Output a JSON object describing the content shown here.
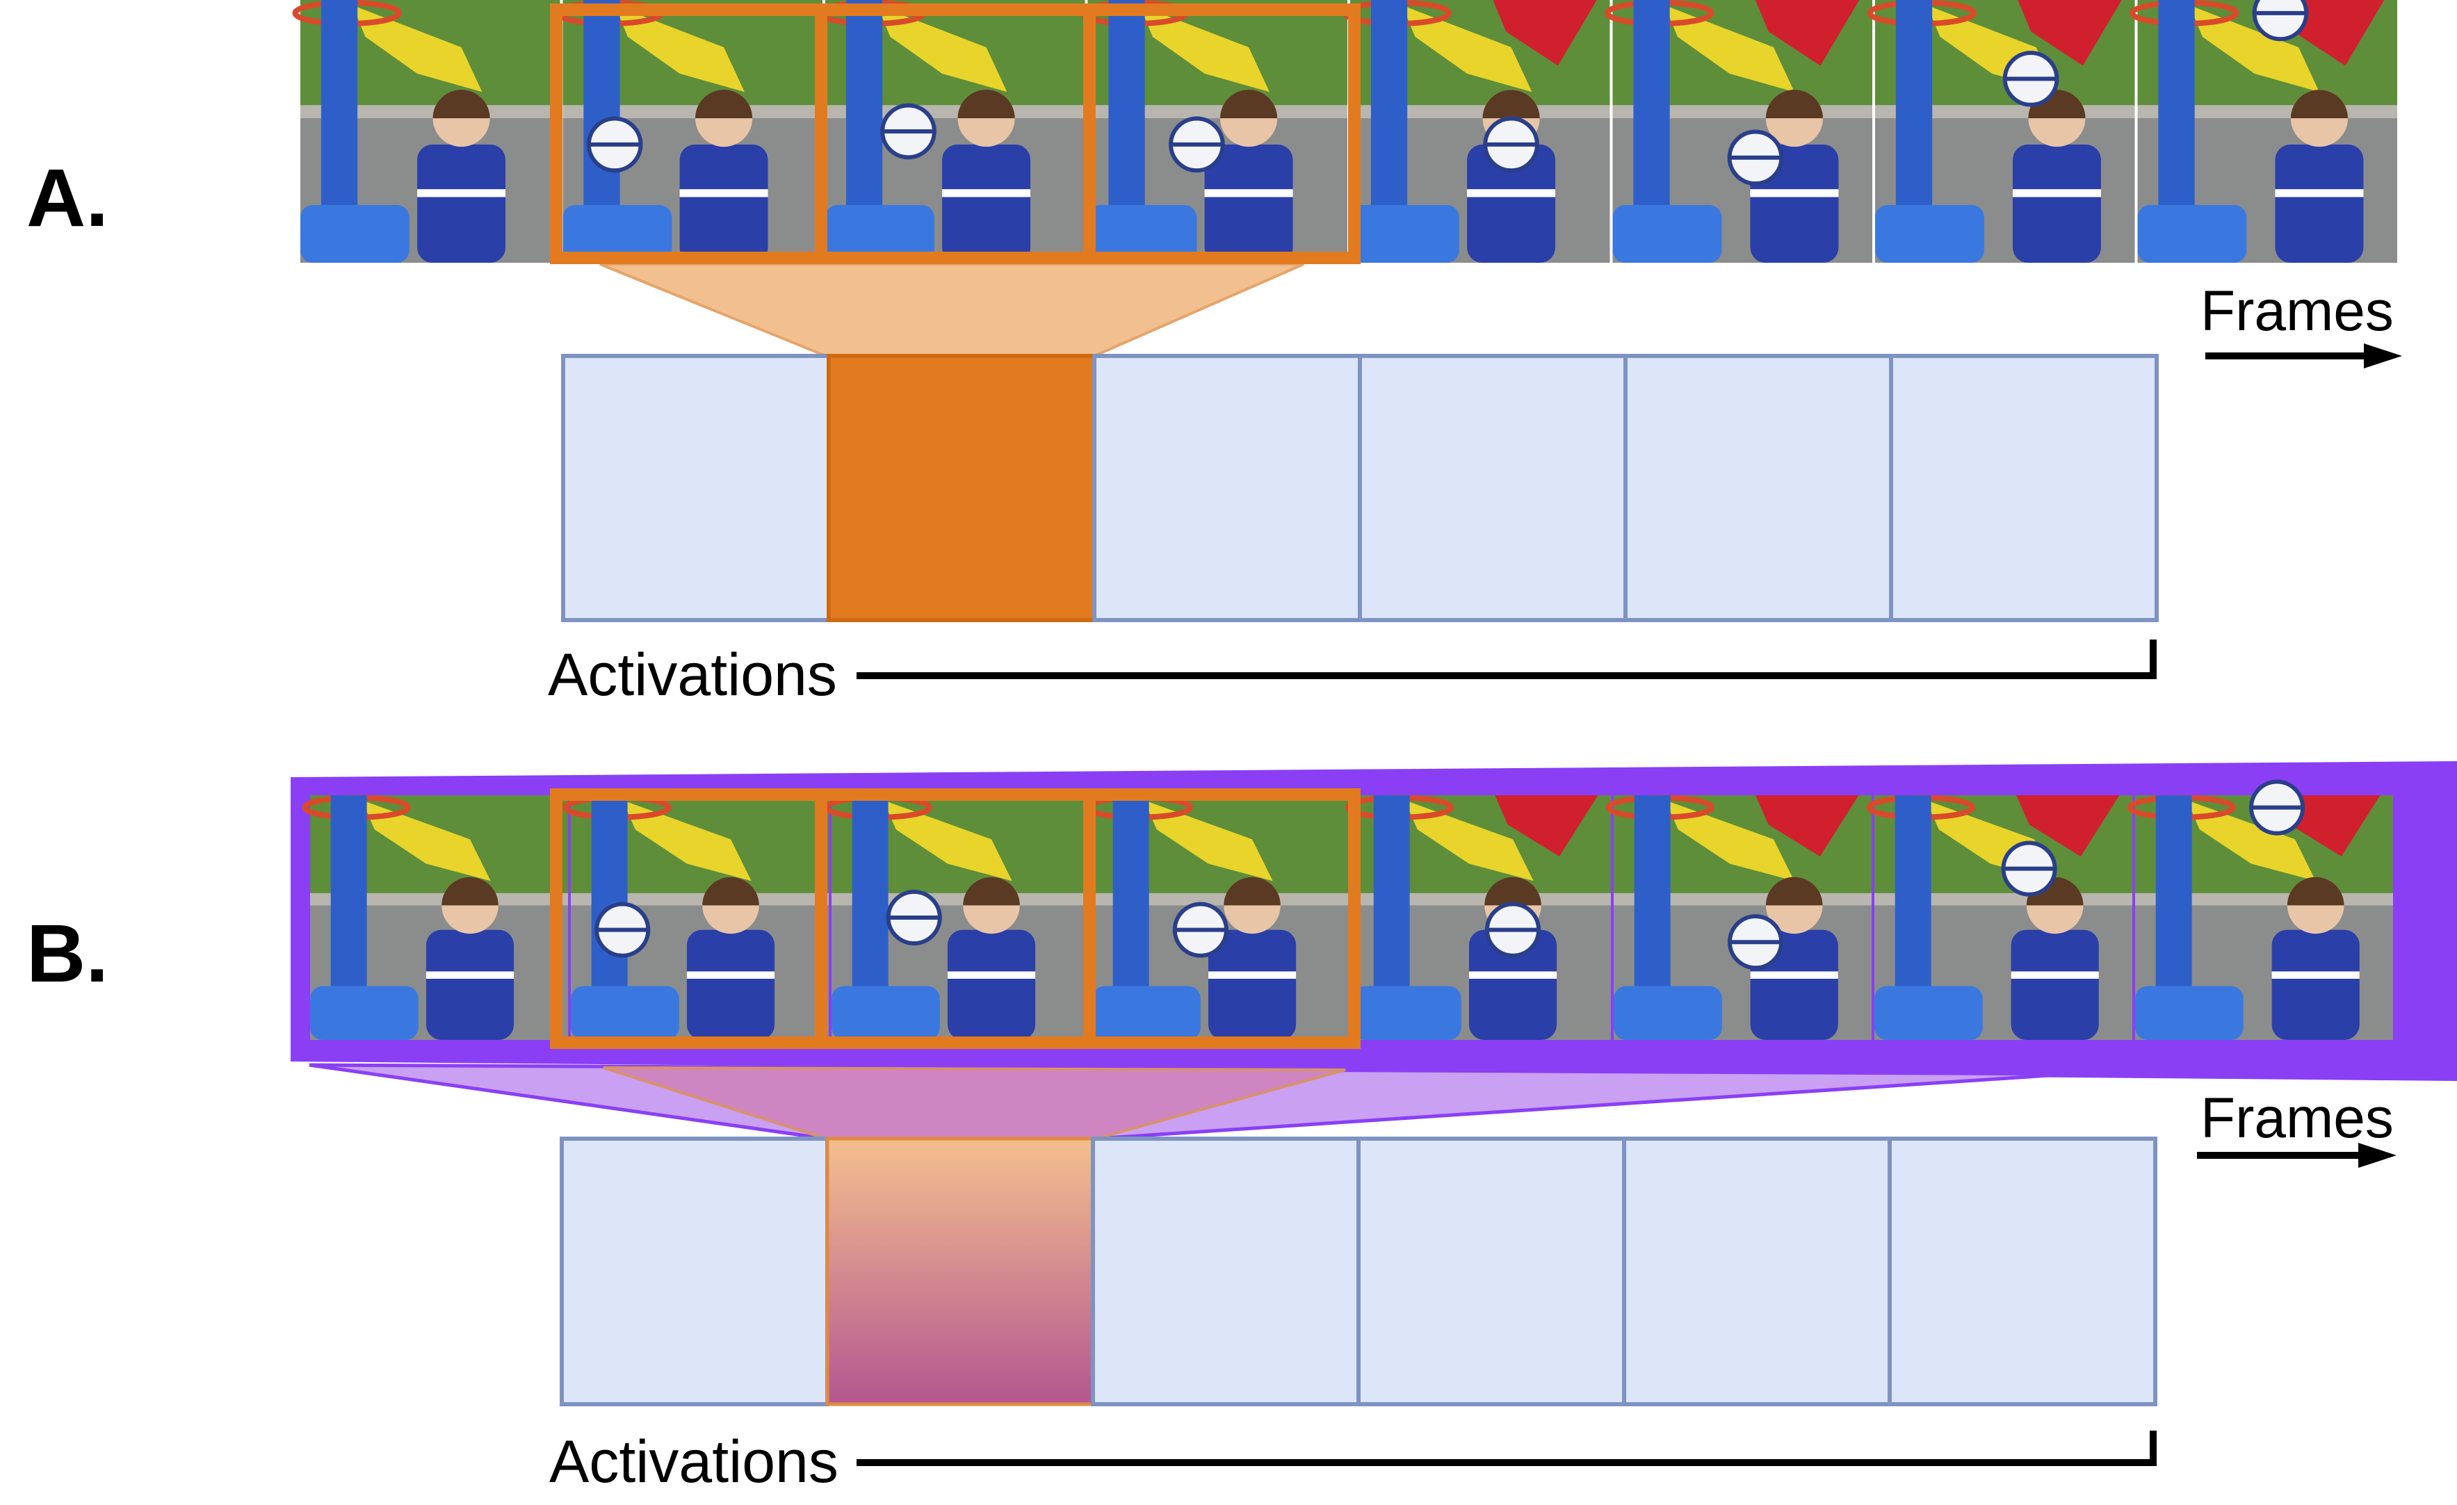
{
  "panels": [
    {
      "label": "A.",
      "frames_label": "Frames",
      "activations_label": "Activations",
      "frame_count": 8,
      "activation_count": 6,
      "highlighted_frames": [
        2,
        3,
        4
      ],
      "highlighted_activation": 2,
      "variant": "local"
    },
    {
      "label": "B.",
      "frames_label": "Frames",
      "activations_label": "Activations",
      "frame_count": 8,
      "activation_count": 6,
      "highlighted_frames": [
        2,
        3,
        4
      ],
      "highlighted_activation": 2,
      "variant": "global"
    }
  ],
  "colors": {
    "orange": "#E27B20",
    "orange_light": "#F2C08F",
    "purple": "#8A3FF5",
    "purple_light": "#C9A0F2",
    "activation_fill": "#DCE6F8",
    "activation_stroke": "#7F93C2",
    "magenta": "#B45690",
    "grass": "#5E8E3A",
    "asphalt": "#8B8D8C",
    "pole_blue": "#2E5FC8",
    "shirt_blue": "#2A3FA8",
    "hair": "#5A3A22",
    "skin": "#E9C5A8",
    "flag_yellow": "#E8D42A",
    "flag_red": "#D0202E",
    "hoop": "#D94A2A"
  }
}
